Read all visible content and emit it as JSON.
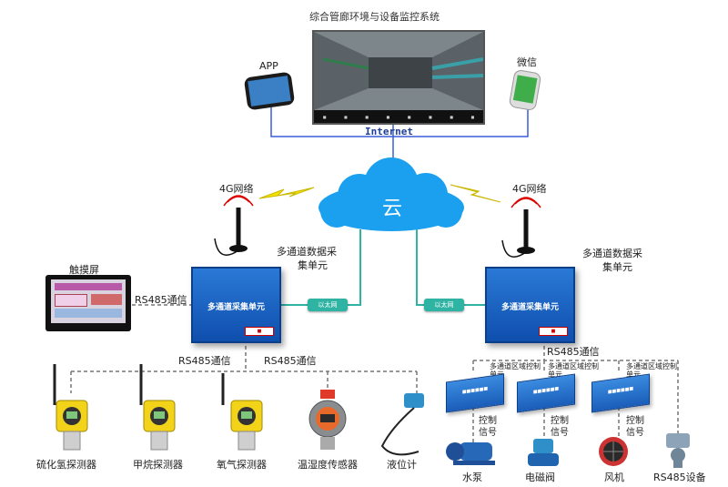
{
  "title": "综合管廊环境与设备监控系统",
  "internet": "Internet",
  "cloud": "云",
  "app_label": "APP",
  "wechat_label": "微信",
  "net_left": "4G网络",
  "net_right": "4G网络",
  "unit_left_caption_1": "多通道数据采",
  "unit_left_caption_2": "集单元",
  "unit_right_caption_1": "多通道数据采",
  "unit_right_caption_2": "集单元",
  "unit_box_label": "多通道采集单元",
  "ethernet_label": "以太网",
  "touchscreen_label": "触摸屏",
  "rs485_touch": "RS485通信",
  "rs485_left_1": "RS485通信",
  "rs485_left_2": "RS485通信",
  "rs485_right": "RS485通信",
  "zone_caption_1": "多通道区域控制单元",
  "zone_caption_2": "多通道区域控制单元",
  "zone_caption_3": "多通道区域控制单元",
  "control_signal": "控制信号",
  "sensors": [
    "硫化氢探测器",
    "甲烷探测器",
    "氧气探测器",
    "温湿度传感器",
    "液位计"
  ],
  "devices": [
    "水泵",
    "电磁阀",
    "风机",
    "RS485设备"
  ]
}
